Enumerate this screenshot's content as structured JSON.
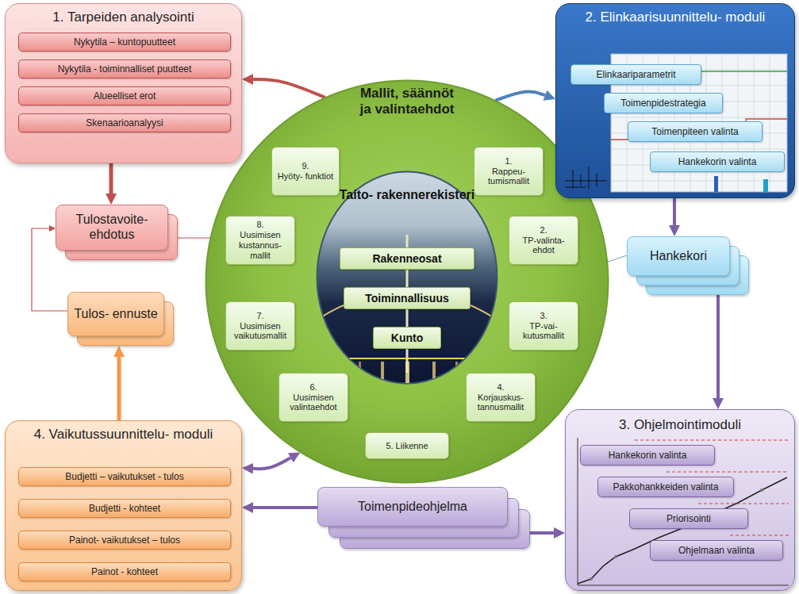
{
  "diagram": {
    "nodes": [
      {
        "text": [
          "1. Tarpeiden analysointi"
        ]
      },
      {
        "text": [
          "Nykytila – kuntopuutteet"
        ],
        "in": 0
      },
      {
        "text": [
          "Nykytila - toiminnalliset puutteet"
        ],
        "in": 0
      },
      {
        "text": [
          "Alueelliset erot"
        ],
        "in": 0
      },
      {
        "text": [
          "Skenaarioanalyysi"
        ],
        "in": 0
      },
      {
        "text": [
          "2. Elinkaarisuunnittelu- moduli"
        ]
      },
      {
        "text": [
          "Elinkaariparametrit"
        ],
        "in": 5
      },
      {
        "text": [
          "Toimenpidestrategia"
        ],
        "in": 5
      },
      {
        "text": [
          "Toimenpiteen valinta"
        ],
        "in": 5
      },
      {
        "text": [
          "Hankekorin valinta"
        ],
        "in": 5
      },
      {
        "text": [
          "Mallit, säännöt ja valintaehdot"
        ]
      },
      {
        "text": [
          "1.",
          "Rappeu- tumismallit"
        ],
        "in": 10
      },
      {
        "text": [
          "2.",
          "TP-valinta- ehdot"
        ],
        "in": 10
      },
      {
        "text": [
          "3.",
          "TP-vai- kutusmallit"
        ],
        "in": 10
      },
      {
        "text": [
          "4.",
          "Korjauskus- tannusmallit"
        ],
        "in": 10
      },
      {
        "text": [
          "5. Liikenne"
        ],
        "in": 10
      },
      {
        "text": [
          "6.",
          "Uusimisen valintaehdot"
        ],
        "in": 10
      },
      {
        "text": [
          "7.",
          "Uusimisen vaikutusmallit"
        ],
        "in": 10
      },
      {
        "text": [
          "8.",
          "Uusimisen kustannus- mallit"
        ],
        "in": 10
      },
      {
        "text": [
          "9.",
          "Hyöty- funktiot"
        ],
        "in": 10
      },
      {
        "text": [
          "Taito- rakennerekisteri"
        ],
        "in": 10
      },
      {
        "text": [
          "Rakenneosat"
        ],
        "in": 20
      },
      {
        "text": [
          "Toiminnallisuus"
        ],
        "in": 20
      },
      {
        "text": [
          "Kunto"
        ],
        "in": 20
      },
      {
        "text": [
          "Tulostavoite- ehdotus"
        ]
      },
      {
        "text": [
          "Hankekori"
        ]
      },
      {
        "text": [
          "Tulos- ennuste"
        ]
      },
      {
        "text": [
          "4. Vaikutussuunnittelu- moduli"
        ]
      },
      {
        "text": [
          "Budjetti – vaikutukset - tulos"
        ],
        "in": 27
      },
      {
        "text": [
          "Budjetti - kohteet"
        ],
        "in": 27
      },
      {
        "text": [
          "Painot- vaikutukset – tulos"
        ],
        "in": 27
      },
      {
        "text": [
          "Painot - kohteet"
        ],
        "in": 27
      },
      {
        "text": [
          "Toimenpideohjelma"
        ]
      },
      {
        "text": [
          "3. Ohjelmointimoduli"
        ]
      },
      {
        "text": [
          "Hankekorin valinta"
        ],
        "in": 33
      },
      {
        "text": [
          "Pakkohankkeiden valinta"
        ],
        "in": 33
      },
      {
        "text": [
          "Priorisointi"
        ],
        "in": 33
      },
      {
        "text": [
          "Ohjelmaan valinta"
        ],
        "in": 33
      }
    ],
    "edges": [
      {
        "from": 10,
        "to": 0,
        "arrow": "to"
      },
      {
        "from": 10,
        "to": 5,
        "arrow": "to"
      },
      {
        "from": 0,
        "to": 24,
        "arrow": "to"
      },
      {
        "from": 5,
        "to": 25,
        "arrow": "to"
      },
      {
        "from": 25,
        "to": 33,
        "arrow": "to"
      },
      {
        "from": 32,
        "to": 33,
        "arrow": "to"
      },
      {
        "from": 32,
        "to": 27,
        "arrow": "to"
      },
      {
        "from": 27,
        "to": 10,
        "arrow": "both"
      },
      {
        "from": 27,
        "to": 26,
        "arrow": "to"
      },
      {
        "from": 26,
        "to": 24,
        "arrow": "to"
      },
      {
        "from": 24,
        "to": 10,
        "arrow": "none"
      },
      {
        "from": 25,
        "to": 10,
        "arrow": "none"
      }
    ]
  }
}
